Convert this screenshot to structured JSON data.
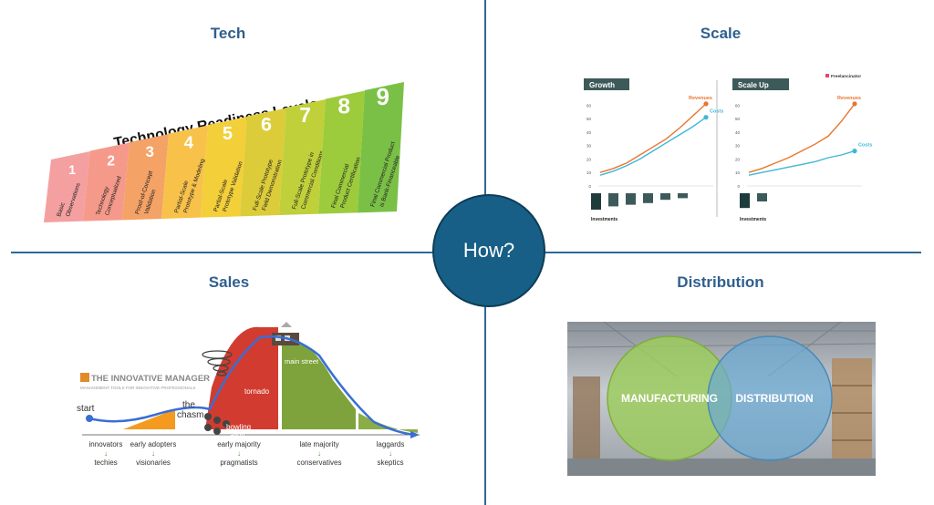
{
  "titles": {
    "tech": "Tech",
    "scale": "Scale",
    "sales": "Sales",
    "distribution": "Distribution"
  },
  "hub": {
    "label": "How?"
  },
  "trl": {
    "heading": "Technology Readiness Levels",
    "colors": [
      "#f4a0a0",
      "#f59a8a",
      "#f4a266",
      "#f8c24a",
      "#f3cf3a",
      "#dccc3a",
      "#bfd03a",
      "#9ccb3c",
      "#7ac046",
      "#5db94c"
    ],
    "levels": [
      {
        "num": "1",
        "lines": [
          "Basic",
          "Observations"
        ]
      },
      {
        "num": "2",
        "lines": [
          "Technology",
          "Conceptualized"
        ]
      },
      {
        "num": "3",
        "lines": [
          "Proof-of-Concept",
          "Validation"
        ]
      },
      {
        "num": "4",
        "lines": [
          "Partial-Scale",
          "Prototype & Modeling"
        ]
      },
      {
        "num": "5",
        "lines": [
          "Partial-Scale",
          "Prototype Validation"
        ]
      },
      {
        "num": "6",
        "lines": [
          "Full-Scale Prototype",
          "Field Demonstration"
        ]
      },
      {
        "num": "7",
        "lines": [
          "Full-Scale Prototype in",
          "Commercial Conditions"
        ]
      },
      {
        "num": "8",
        "lines": [
          "Final Commercial",
          "Product Certification"
        ]
      },
      {
        "num": "9",
        "lines": [
          "Final Commercial Product",
          "is Bank-Financeable"
        ]
      }
    ]
  },
  "chart_data": [
    {
      "type": "line",
      "title": "Growth",
      "x": [
        0,
        1,
        2,
        3,
        4,
        5,
        6,
        7,
        8
      ],
      "series": [
        {
          "name": "Revenues",
          "values": [
            10,
            13,
            17,
            23,
            29,
            35,
            43,
            52,
            61
          ]
        },
        {
          "name": "Costs",
          "values": [
            8,
            11,
            15,
            20,
            26,
            32,
            38,
            44,
            51
          ]
        }
      ],
      "yticks": [
        "0",
        "10",
        "20",
        "30",
        "40",
        "50",
        "60"
      ],
      "ylim": [
        0,
        65
      ],
      "bars_label": "Investments",
      "bars": [
        -10,
        -8,
        -7,
        -6,
        -4,
        -3
      ]
    },
    {
      "type": "line",
      "title": "Scale Up",
      "x": [
        0,
        1,
        2,
        3,
        4,
        5,
        6,
        7,
        8
      ],
      "series": [
        {
          "name": "Revenues",
          "values": [
            10,
            13,
            17,
            21,
            26,
            31,
            37,
            48,
            61
          ]
        },
        {
          "name": "Costs",
          "values": [
            8,
            10,
            12,
            14,
            16,
            18,
            21,
            23,
            26
          ]
        }
      ],
      "yticks": [
        "0",
        "10",
        "20",
        "30",
        "40",
        "50",
        "60"
      ],
      "ylim": [
        0,
        65
      ],
      "bars_label": "Investments",
      "bars": [
        -9,
        -5
      ],
      "brand": "Freelancinator"
    }
  ],
  "sales": {
    "brand_main": "THE INNOVATIVE MANAGER",
    "brand_sub": "MANAGEMENT TOOLS FOR INNOVATIVE PROFESSIONALS",
    "start": "start",
    "chasm": [
      "the",
      "chasm"
    ],
    "tornado": "tornado",
    "bowling": [
      "bowling",
      "alley"
    ],
    "main_street": "main street",
    "segments": [
      {
        "top": "innovators",
        "bottom": "techies"
      },
      {
        "top": "early adopters",
        "bottom": "visionaries"
      },
      {
        "top": "early majority",
        "bottom": "pragmatists"
      },
      {
        "top": "late majority",
        "bottom": "conservatives"
      },
      {
        "top": "laggards",
        "bottom": "skeptics"
      }
    ],
    "arrow": "↓",
    "colors": {
      "early": "#f39a1f",
      "majority": "#d23b2f",
      "late": "#7ea33c",
      "laggard": "#8aae45",
      "path": "#3a6ed4"
    }
  },
  "distribution": {
    "left_label": "MANUFACTURING",
    "right_label": "DISTRIBUTION",
    "left_color": "#9ccc5a",
    "right_color": "#6ba9d2"
  }
}
